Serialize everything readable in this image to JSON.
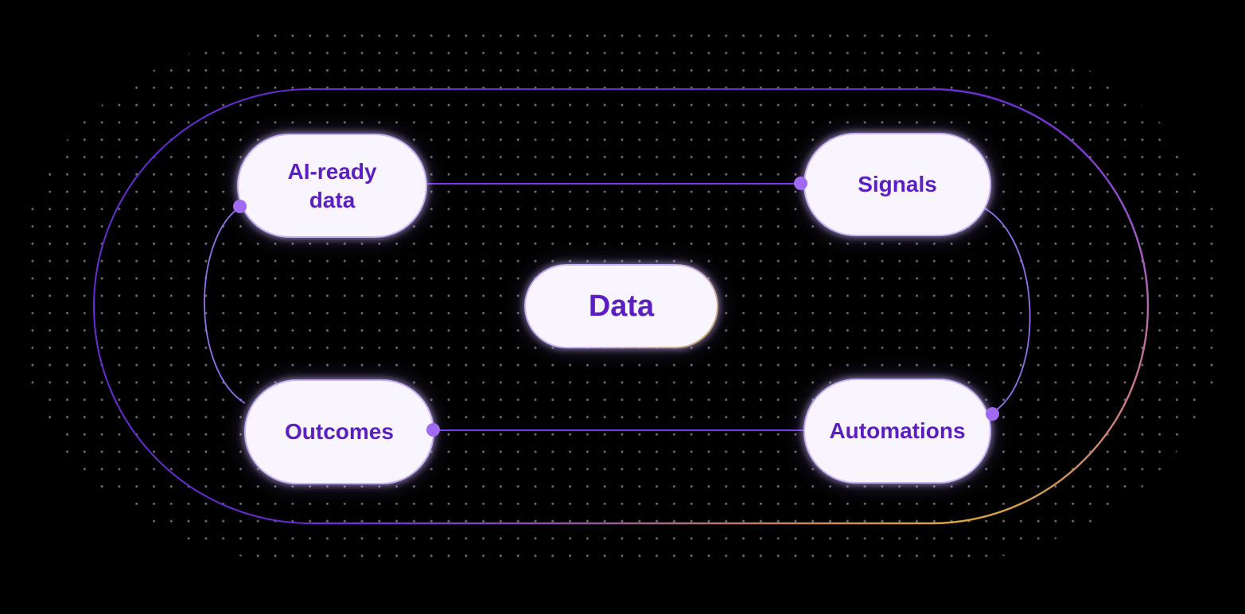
{
  "diagram": {
    "nodes": [
      {
        "id": "ai-ready-data",
        "label": "AI-ready data"
      },
      {
        "id": "signals",
        "label": "Signals"
      },
      {
        "id": "data",
        "label": "Data"
      },
      {
        "id": "outcomes",
        "label": "Outcomes"
      },
      {
        "id": "automations",
        "label": "Automations"
      }
    ],
    "edges": [
      {
        "from": "ai-ready-data",
        "to": "signals",
        "shape": "straight",
        "handle_at": "signals"
      },
      {
        "from": "outcomes",
        "to": "automations",
        "shape": "straight",
        "handle_at": "outcomes"
      },
      {
        "from": "ai-ready-data",
        "to": "outcomes",
        "shape": "curve-left",
        "handle_at": "ai-ready-data"
      },
      {
        "from": "signals",
        "to": "automations",
        "shape": "curve-right",
        "handle_at": "automations"
      },
      {
        "from": "loop",
        "to": "loop",
        "shape": "outer-stadium-ring"
      }
    ]
  },
  "colors": {
    "background": "#000000",
    "grid_dot": "#9a9aa4",
    "edge_purple": "#6b2bd6",
    "edge_light_purple": "#9272ea",
    "edge_line_purple": "#7c3aed",
    "edge_pink": "#c06ba8",
    "edge_orange": "#d9a43e",
    "handle": "#a06af2",
    "node_fill": "#f9f5fe",
    "node_border": "#c7b4f6",
    "node_text": "#5b1ec0",
    "data_border_accent": "#d2a55e"
  }
}
